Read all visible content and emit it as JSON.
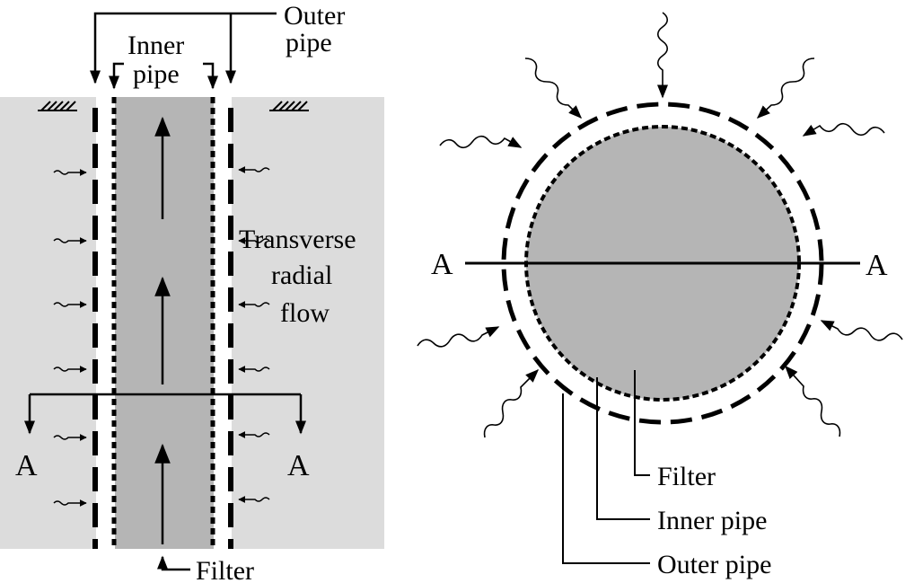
{
  "labels": {
    "outer_pipe_line1": "Outer",
    "outer_pipe_line2": "pipe",
    "inner_pipe_line1": "Inner",
    "inner_pipe_line2": "pipe",
    "flow_line1": "Transverse",
    "flow_line2": "radial",
    "flow_line3": "flow",
    "section_left": "A",
    "section_right": "A",
    "filter_bottom": "Filter",
    "plan_section_left": "A",
    "plan_section_right": "A",
    "plan_filter": "Filter",
    "plan_inner_pipe": "Inner pipe",
    "plan_outer_pipe": "Outer pipe"
  },
  "colors": {
    "soil": "#dcdcdc",
    "filter": "#b5b5b5",
    "line": "#000000",
    "background": "#ffffff"
  },
  "icons": {
    "ground_surface": "hatch-ground-icon",
    "seepage": "wavy-arrow-icon"
  }
}
